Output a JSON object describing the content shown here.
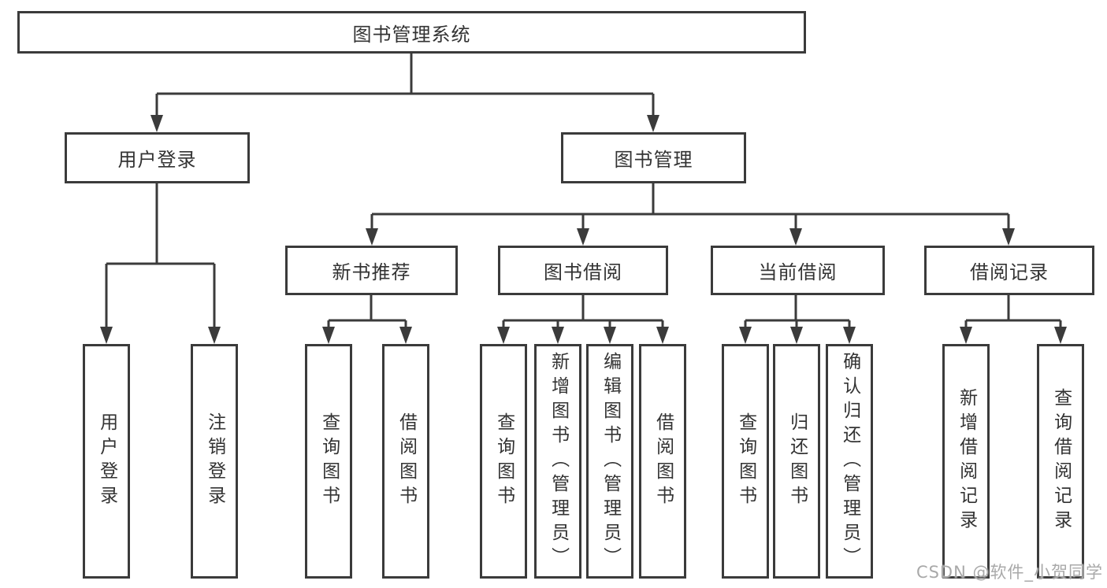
{
  "diagram": {
    "title": "图书管理系统",
    "root": {
      "label": "图书管理系统"
    },
    "branches": [
      {
        "label": "用户登录",
        "children": [
          "用户登录",
          "注销登录"
        ]
      },
      {
        "label": "图书管理",
        "groups": [
          {
            "label": "新书推荐",
            "children": [
              "查询图书",
              "借阅图书"
            ]
          },
          {
            "label": "图书借阅",
            "children": [
              "查询图书",
              "新增图书（管理员）",
              "编辑图书（管理员）",
              "借阅图书"
            ]
          },
          {
            "label": "当前借阅",
            "children": [
              "查询图书",
              "归还图书",
              "确认归还（管理员）"
            ]
          },
          {
            "label": "借阅记录",
            "children": [
              "新增借阅记录",
              "查询借阅记录"
            ]
          }
        ]
      }
    ]
  },
  "watermark": {
    "text": "CSDN @软件_小贺同学",
    "color": "#a9a9a9"
  },
  "colors": {
    "line": "#3b3b3b",
    "border": "#3b3b3b",
    "text": "#333333",
    "background": "#ffffff"
  }
}
